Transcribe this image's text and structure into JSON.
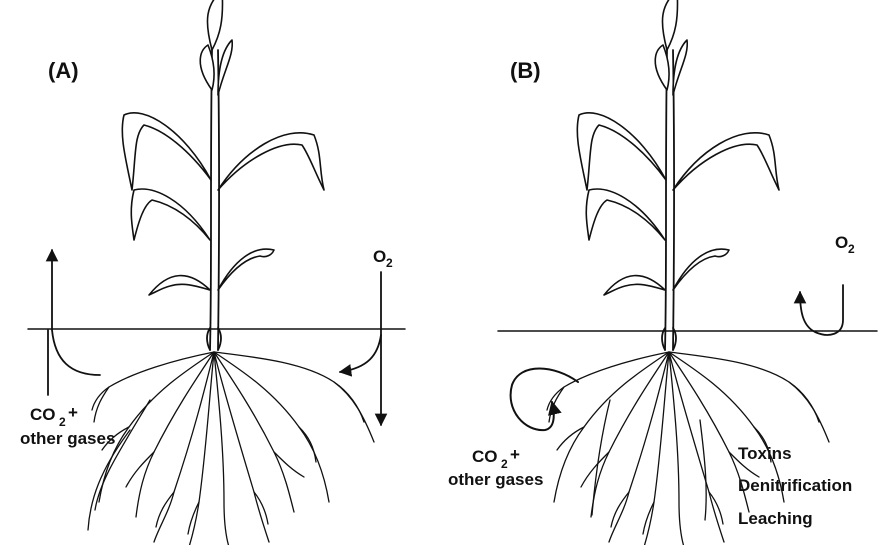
{
  "panels": [
    {
      "label": "(A)",
      "o2_label": "O",
      "o2_sub": "2",
      "co2_label": "CO",
      "co2_sub": "2",
      "co2_plus": "+",
      "other_gases": "other gases"
    },
    {
      "label": "(B)",
      "o2_label": "O",
      "o2_sub": "2",
      "co2_label": "CO",
      "co2_sub": "2",
      "co2_plus": "+",
      "other_gases": "other gases",
      "effects": [
        "Toxins",
        "Denitrification",
        "Leaching"
      ]
    }
  ],
  "colors": {
    "ink": "#111111",
    "background": "#ffffff"
  }
}
